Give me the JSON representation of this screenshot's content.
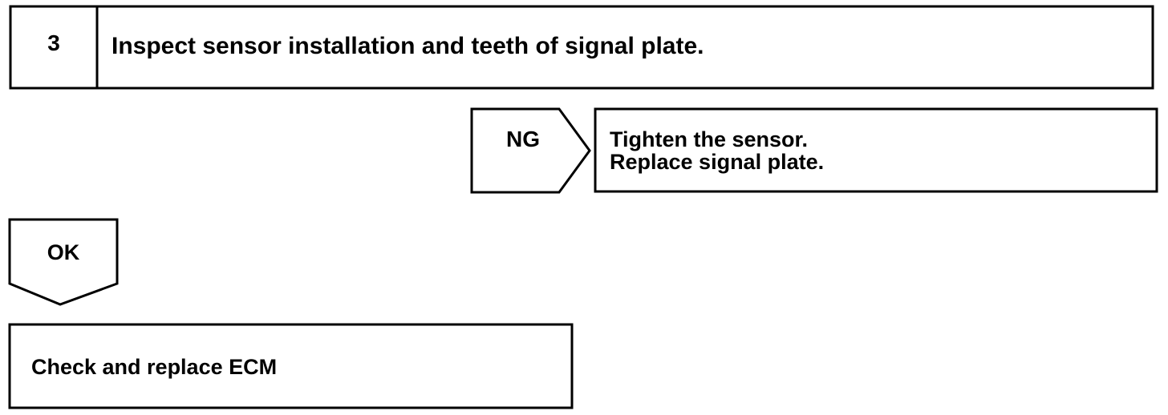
{
  "step": {
    "number": "3",
    "title": "Inspect sensor installation and teeth of signal plate."
  },
  "ng_branch": {
    "label": "NG",
    "action_lines": [
      "Tighten the sensor.",
      "Replace signal plate."
    ]
  },
  "ok_branch": {
    "label": "OK",
    "action": "Check and replace ECM"
  }
}
